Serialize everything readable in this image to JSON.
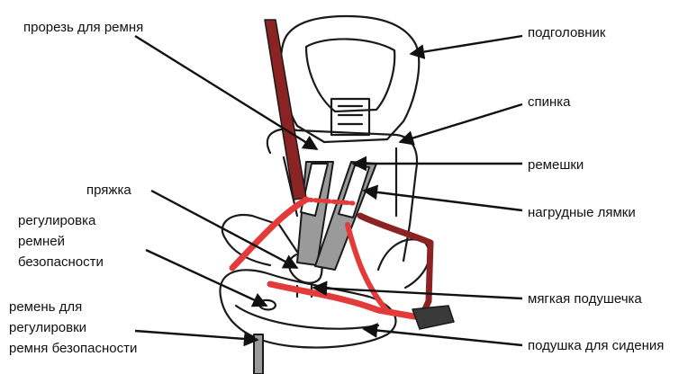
{
  "labels": {
    "belt_slot": "прорезь для ремня",
    "headrest": "подголовник",
    "backrest": "спинка",
    "straps": "ремешки",
    "buckle": "пряжка",
    "chest_straps": "нагрудные лямки",
    "harness_adjust": [
      "регулировка",
      "ремней",
      "безопасности"
    ],
    "soft_pad": "мягкая подушечка",
    "adjust_belt": [
      "ремень для",
      "регулировки",
      "ремня безопасности"
    ],
    "seat_cushion": "подушка для сидения"
  },
  "colors": {
    "outline": "#1a1a1a",
    "vehicle_belt_dark": "#8b2323",
    "vehicle_belt_red": "#e33a3a",
    "harness_gray": "#9a9a9a",
    "arrow": "#111111"
  }
}
